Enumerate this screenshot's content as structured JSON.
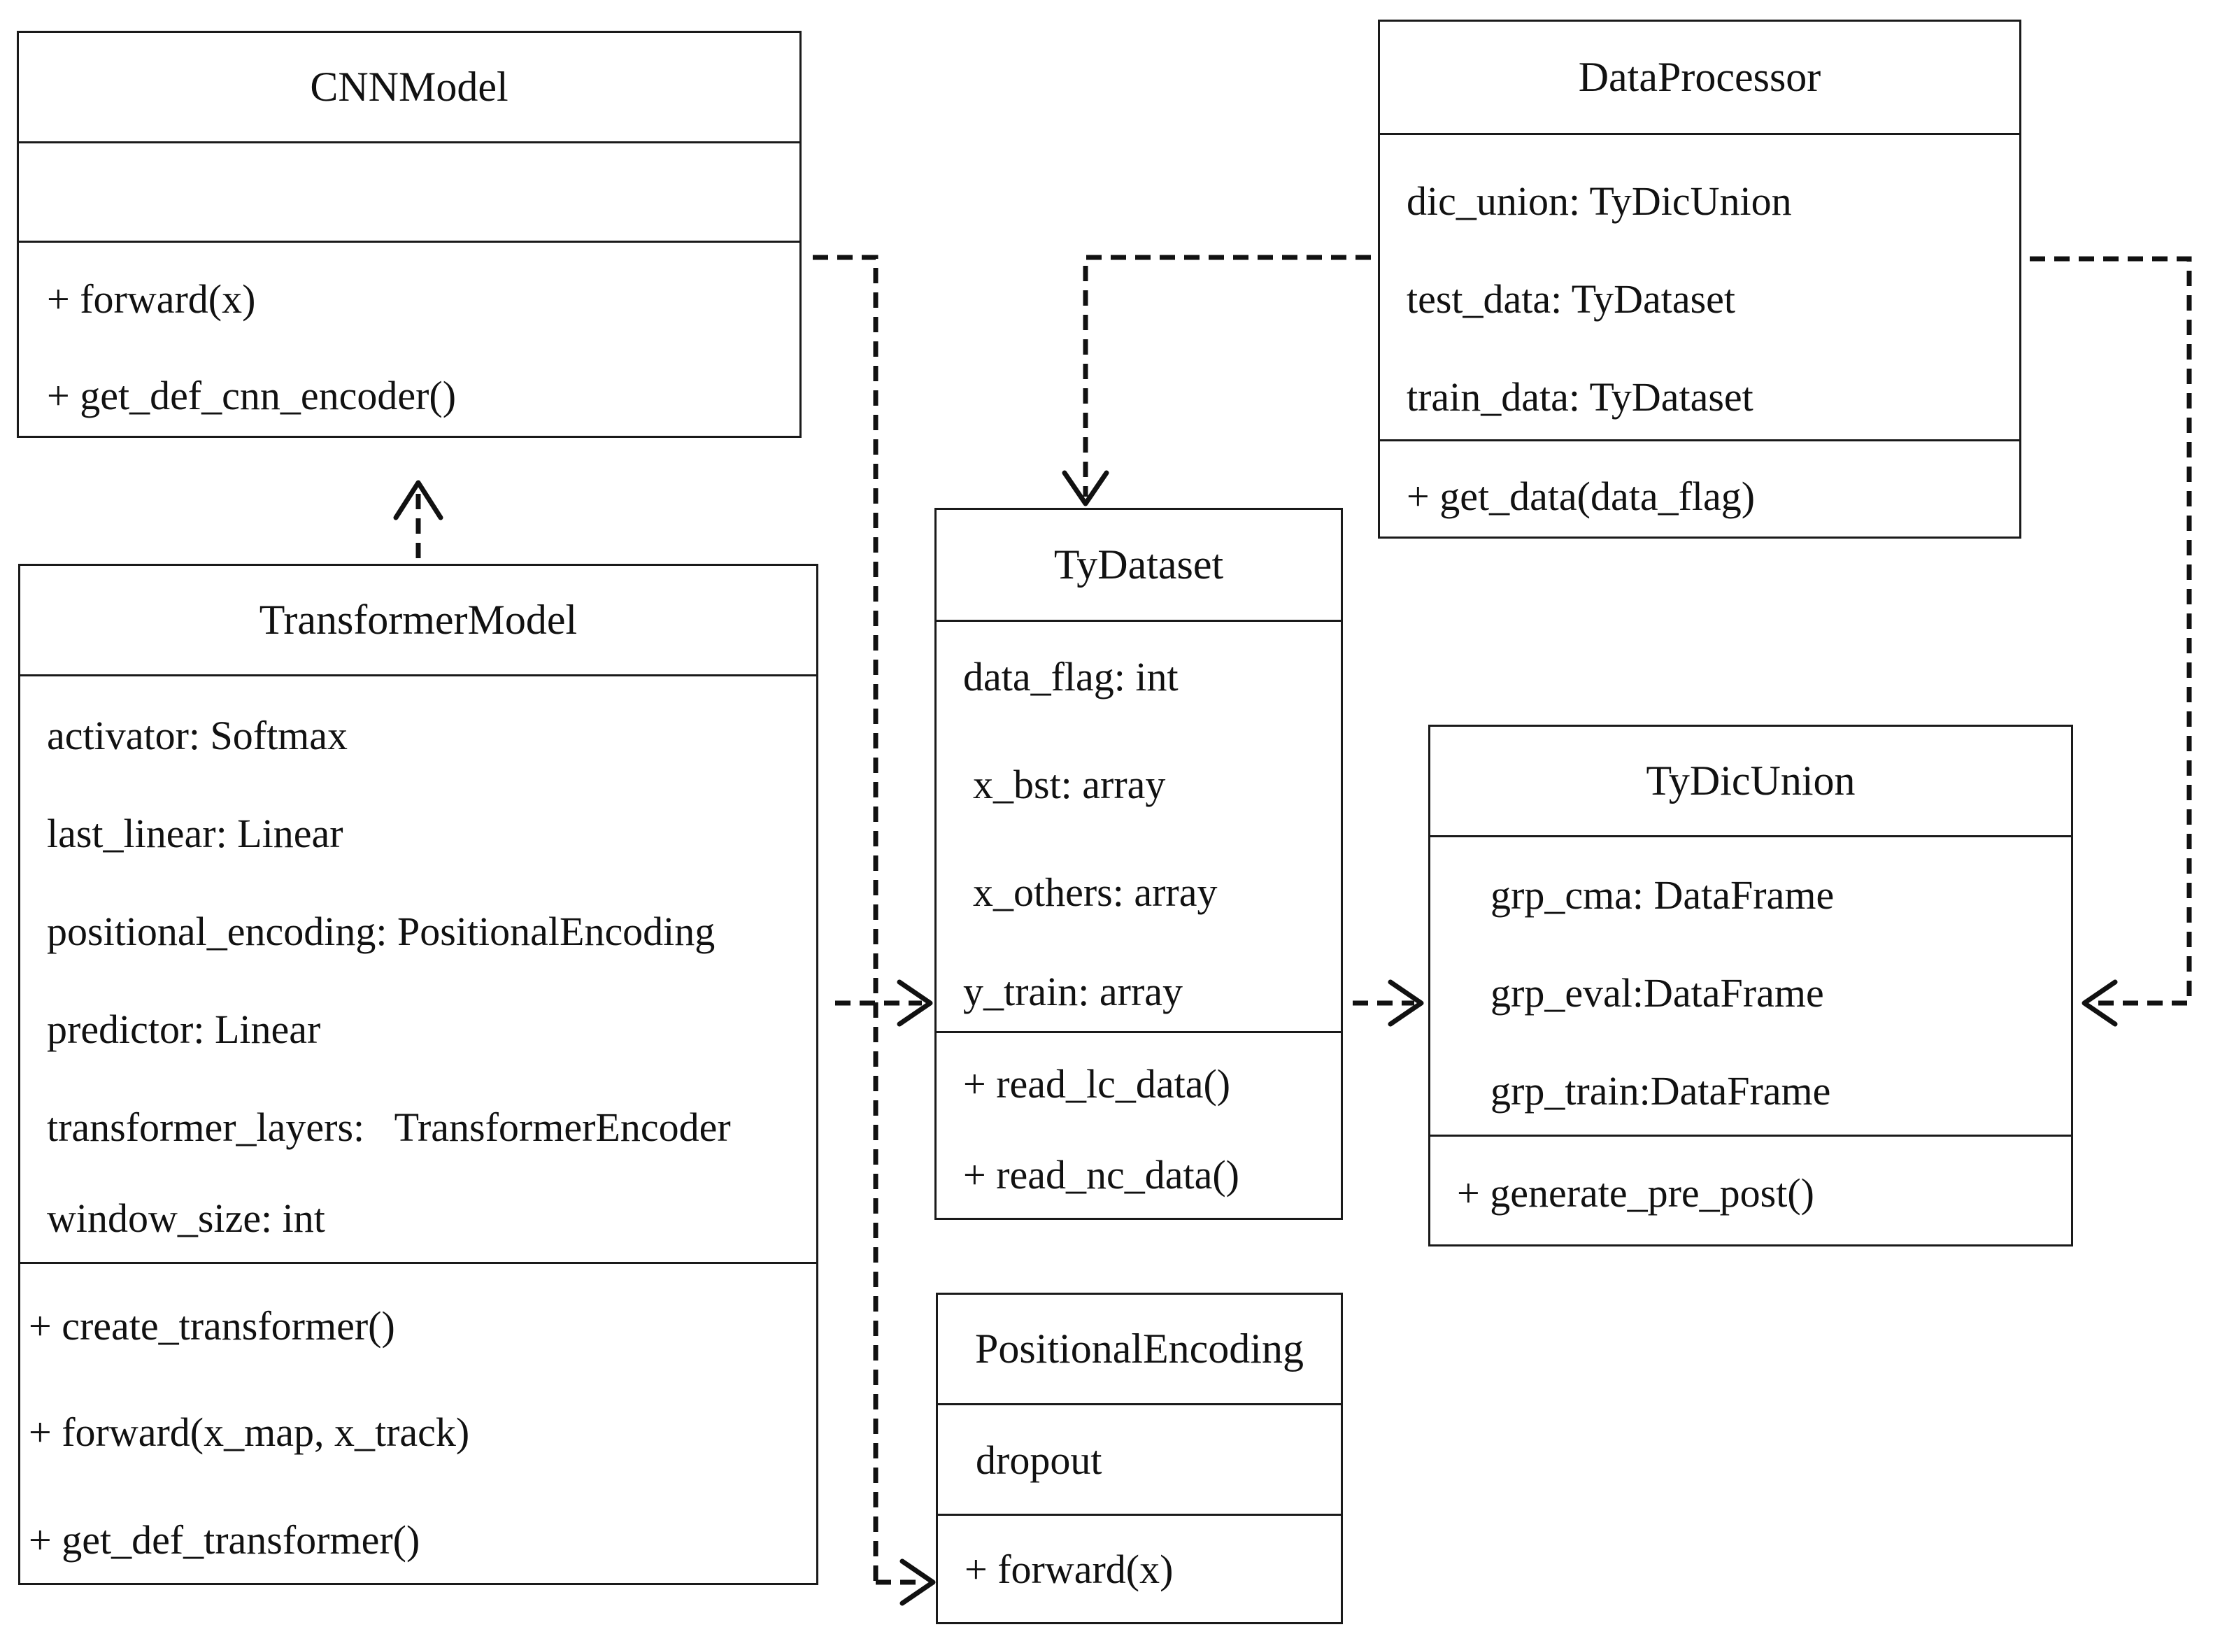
{
  "classes": {
    "cnn": {
      "name": "CNNModel",
      "attributes": [],
      "methods": [
        "+ forward(x)",
        "+ get_def_cnn_encoder()"
      ]
    },
    "transformer": {
      "name": "TransformerModel",
      "attributes": [
        "activator: Softmax",
        "last_linear: Linear",
        "positional_encoding: PositionalEncoding",
        "predictor: Linear",
        "transformer_layers:   TransformerEncoder",
        "window_size: int"
      ],
      "methods": [
        "+ create_transformer()",
        "+ forward(x_map, x_track)",
        "+ get_def_transformer()"
      ]
    },
    "dataprocessor": {
      "name": "DataProcessor",
      "attributes": [
        "dic_union: TyDicUnion",
        "test_data: TyDataset",
        "train_data: TyDataset"
      ],
      "methods": [
        "+ get_data(data_flag)"
      ]
    },
    "tydataset": {
      "name": "TyDataset",
      "attributes": [
        "data_flag: int",
        "x_bst: array",
        "x_others: array",
        "y_train: array"
      ],
      "methods": [
        "+ read_lc_data()",
        "+ read_nc_data()"
      ]
    },
    "tydicunion": {
      "name": "TyDicUnion",
      "attributes": [
        "grp_cma: DataFrame",
        "grp_eval:DataFrame",
        "grp_train:DataFrame"
      ],
      "methods": [
        "+ generate_pre_post()"
      ]
    },
    "posenc": {
      "name": "PositionalEncoding",
      "attributes": [
        "dropout"
      ],
      "methods": [
        "+ forward(x)"
      ]
    }
  },
  "style": {
    "line_color": "#111111"
  }
}
